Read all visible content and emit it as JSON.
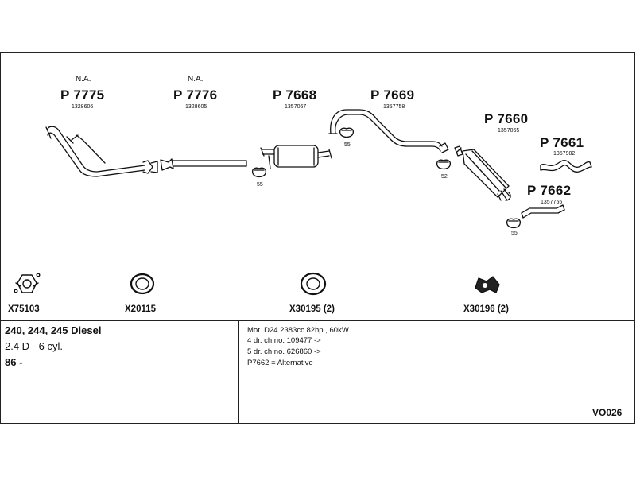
{
  "parts": [
    {
      "note": "N.A.",
      "number": "P 7775",
      "oe": "1328606"
    },
    {
      "note": "N.A.",
      "number": "P 7776",
      "oe": "1328605"
    },
    {
      "number": "P 7668",
      "oe": "1357067"
    },
    {
      "number": "P 7669",
      "oe": "1357758"
    },
    {
      "number": "P 7660",
      "oe": "1357065"
    },
    {
      "number": "P 7661",
      "oe": "1357982"
    },
    {
      "number": "P 7662",
      "oe": "1357755"
    }
  ],
  "clamp_qty": [
    "55",
    "55",
    "52",
    "55"
  ],
  "accessories": [
    {
      "label": "X75103",
      "icon": "gasket-icon"
    },
    {
      "label": "X20115",
      "icon": "ring-icon"
    },
    {
      "label": "X30195 (2)",
      "icon": "ring-icon"
    },
    {
      "label": "X30196 (2)",
      "icon": "rubber-mount-icon"
    }
  ],
  "vehicle": {
    "models": "240, 244, 245 Diesel",
    "engine": "2.4 D - 6 cyl.",
    "year": "86 -"
  },
  "notes": [
    "Mot. D24 2383cc 82hp , 60kW",
    "4 dr. ch.no. 109477 ->",
    "5 dr. ch.no. 626860 ->",
    "P7662 = Alternative"
  ],
  "diagram_code": "VO026"
}
